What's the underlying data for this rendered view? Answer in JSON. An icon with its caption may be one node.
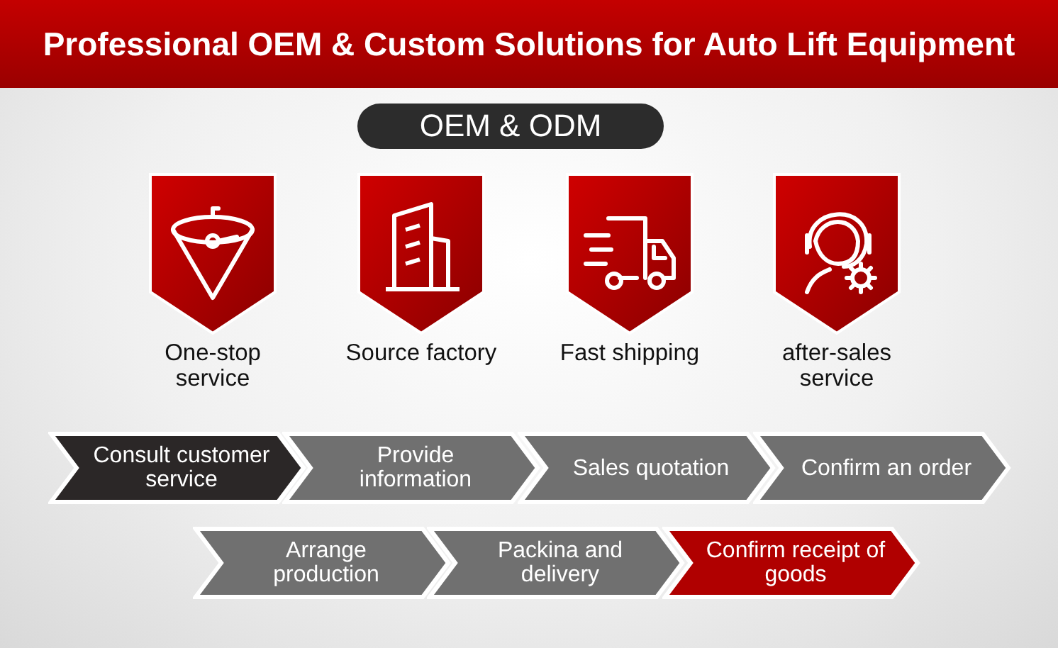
{
  "diagram": {
    "title": "Professional OEM & Custom Solutions for Auto Lift Equipment",
    "nodes": [
      {
        "text": [
          "OEM & ODM"
        ]
      },
      {
        "text": [
          "One-stop service"
        ]
      },
      {
        "text": [
          "Source factory"
        ]
      },
      {
        "text": [
          "Fast shipping"
        ]
      },
      {
        "text": [
          "after-sales service"
        ]
      },
      {
        "text": [
          "Consult customer service"
        ]
      },
      {
        "text": [
          "Provide information"
        ]
      },
      {
        "text": [
          "Sales quotation"
        ]
      },
      {
        "text": [
          "Confirm an order"
        ]
      },
      {
        "text": [
          "Arrange production"
        ]
      },
      {
        "text": [
          "Packina and delivery"
        ]
      },
      {
        "text": [
          "Confirm receipt of goods"
        ]
      }
    ]
  }
}
